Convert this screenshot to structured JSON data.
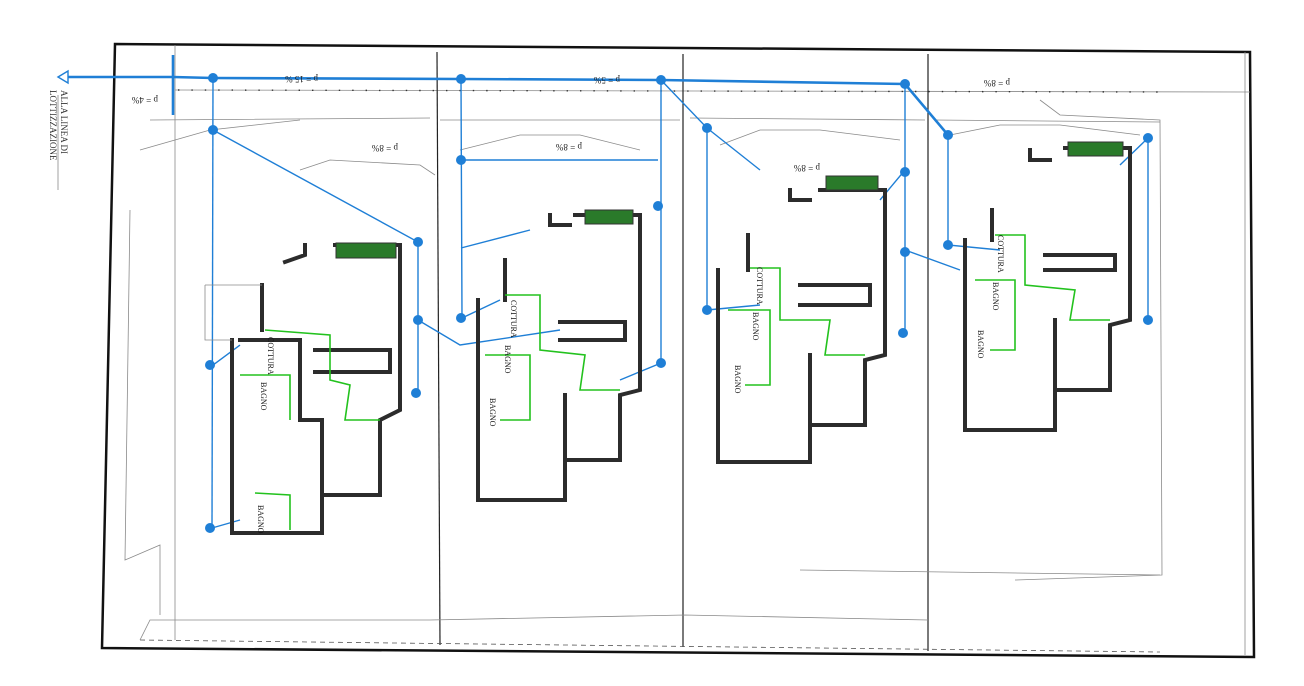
{
  "drawing": {
    "outlet_label_line1": "ALLA LINEA DI",
    "outlet_label_line2": "LOTTIZZAZIONE",
    "slopes": [
      "p = 4%",
      "p = 15 %",
      "p = 5%",
      "p = 8%",
      "p = 8%",
      "p = 8%",
      "p = 8%"
    ],
    "units": [
      {
        "rooms": [
          "COTTURA",
          "BAGNO",
          "BAGNO"
        ]
      },
      {
        "rooms": [
          "COTTURA",
          "BAGNO",
          "BAGNO"
        ]
      },
      {
        "rooms": [
          "COTTURA",
          "BAGNO",
          "BAGNO"
        ]
      },
      {
        "rooms": [
          "COTTURA",
          "BAGNO",
          "BAGNO"
        ]
      }
    ]
  },
  "colors": {
    "drain": "#1f7fd6",
    "water": "#23c21e",
    "walls": "#2c2c2c"
  }
}
